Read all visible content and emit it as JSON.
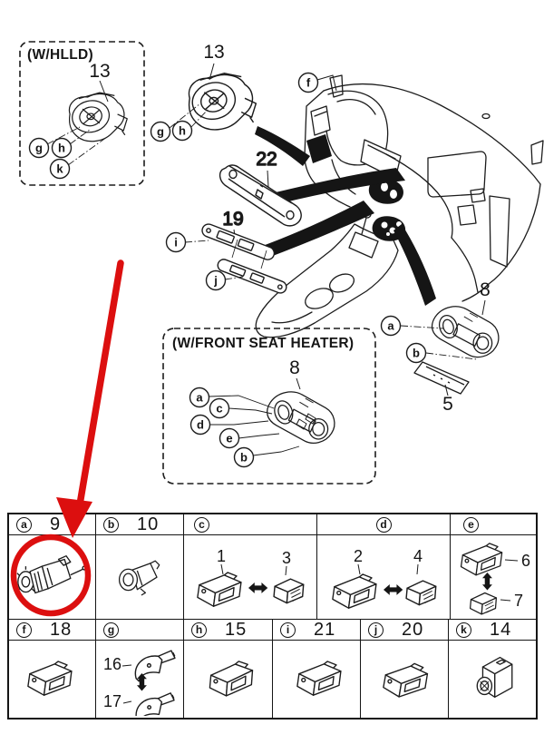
{
  "colors": {
    "line": "#1c1c1c",
    "accent_red": "#dc0f0f",
    "background": "#ffffff"
  },
  "diagram": {
    "hlld": {
      "title": "(W/HLLD)",
      "part": "13",
      "g": "g",
      "h": "h",
      "k": "k"
    },
    "vent": {
      "part": "13",
      "g": "g",
      "h": "h"
    },
    "f": "f",
    "p22": "22",
    "p19": {
      "num": "19",
      "i": "i",
      "j": "j"
    },
    "p8": {
      "num": "8",
      "a": "a",
      "b": "b",
      "tray": "5"
    },
    "heater": {
      "title": "(W/FRONT SEAT HEATER)",
      "num": "8",
      "a": "a",
      "c": "c",
      "d": "d",
      "e": "e",
      "b": "b"
    }
  },
  "table": {
    "row1": [
      {
        "letter": "a",
        "number": "9"
      },
      {
        "letter": "b",
        "number": "10"
      },
      {
        "letter": "c",
        "number": "",
        "items": [
          "1",
          "3"
        ]
      },
      {
        "letter": "d",
        "number": "",
        "items": [
          "2",
          "4"
        ]
      },
      {
        "letter": "e",
        "number": "",
        "items": [
          "6",
          "7"
        ]
      }
    ],
    "row2": [
      {
        "letter": "f",
        "number": "18"
      },
      {
        "letter": "g",
        "number": "",
        "items": [
          "16",
          "17"
        ]
      },
      {
        "letter": "h",
        "number": "15"
      },
      {
        "letter": "i",
        "number": "21"
      },
      {
        "letter": "j",
        "number": "20"
      },
      {
        "letter": "k",
        "number": "14"
      }
    ]
  }
}
